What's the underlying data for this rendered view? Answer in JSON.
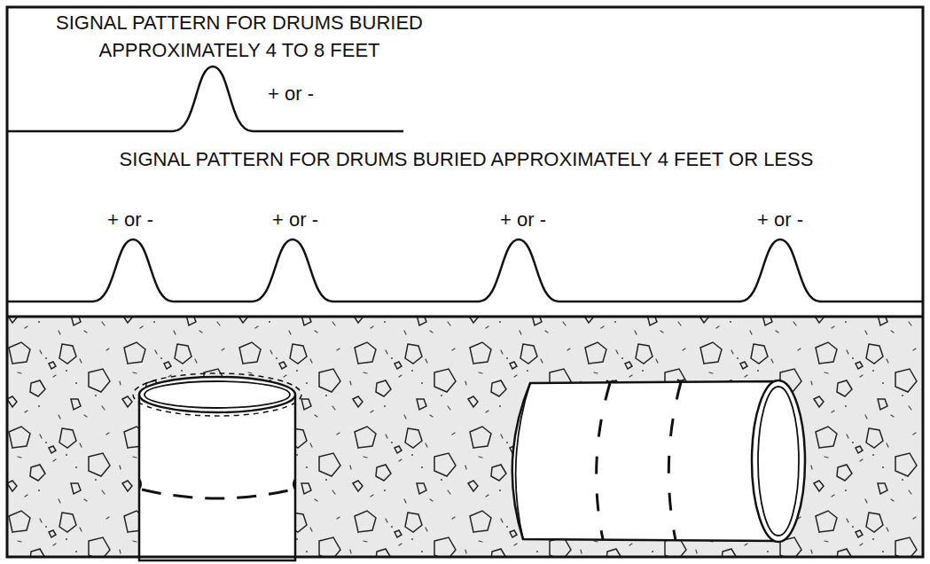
{
  "diagram": {
    "labels": [
      "SIGNAL PATTERN FOR DRUMS BURIED APPROXIMATELY 4 TO 8 FEET",
      "+ or -",
      "SIGNAL PATTERN FOR DRUMS BURIED APPROXIMATELY 4 FEET OR LESS",
      "+ or -",
      "+ or -",
      "+ or -",
      "+ or -"
    ]
  }
}
